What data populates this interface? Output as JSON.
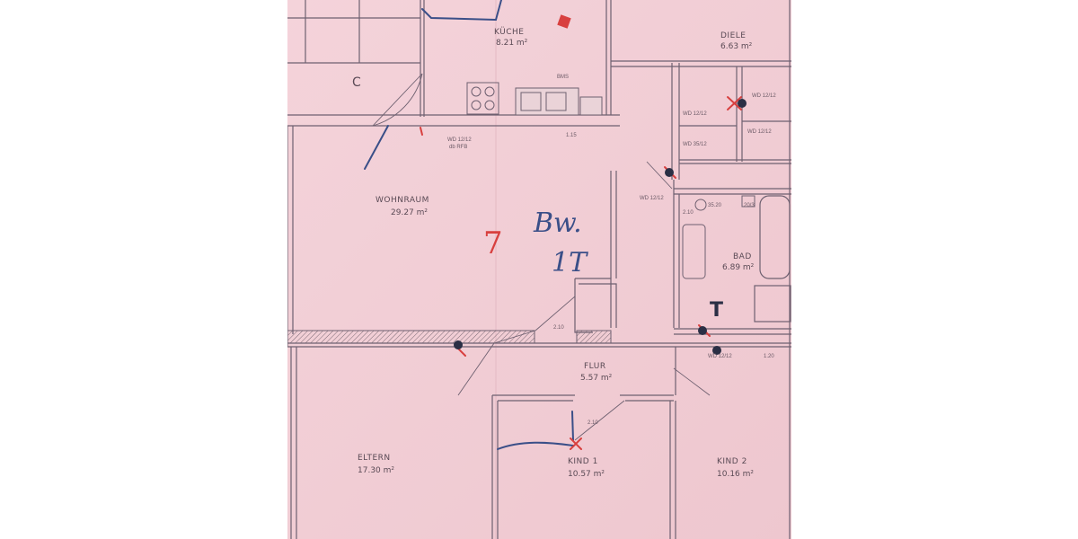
{
  "plan": {
    "rooms": [
      {
        "id": "kueche",
        "name": "KÜCHE",
        "area": "8.21 m²"
      },
      {
        "id": "diele",
        "name": "DIELE",
        "area": "6.63 m²"
      },
      {
        "id": "wohnraum",
        "name": "WOHNRAUM",
        "area": "29.27 m²"
      },
      {
        "id": "bad",
        "name": "BAD",
        "area": "6.89 m²"
      },
      {
        "id": "flur",
        "name": "FLUR",
        "area": "5.57 m²"
      },
      {
        "id": "eltern",
        "name": "ELTERN",
        "area": "17.30 m²"
      },
      {
        "id": "kind1",
        "name": "KIND 1",
        "area": "10.57 m²"
      },
      {
        "id": "kind2",
        "name": "KIND 2",
        "area": "10.16 m²"
      }
    ],
    "annotations": {
      "letter_c": "C",
      "wd_labels": [
        "WD 12/12",
        "db RFB",
        "WD 12/12",
        "WD 12/12",
        "WD 35/12",
        "WD 12/12",
        "WD 12/12",
        "WD 12/12"
      ],
      "bms": "BMS",
      "dim_texts": [
        "1.15",
        "2.10",
        "2.10",
        "2.10",
        "1.20",
        "35.20",
        "20/3"
      ]
    },
    "handwriting": {
      "red_number": "7",
      "blue_line1": "Bw.",
      "blue_line2": "1T",
      "black_mark": "T"
    },
    "colors": {
      "paper": "#f2cfd6",
      "ink": "#6e6070",
      "red": "#d8403f",
      "blue": "#3a4f88"
    }
  }
}
